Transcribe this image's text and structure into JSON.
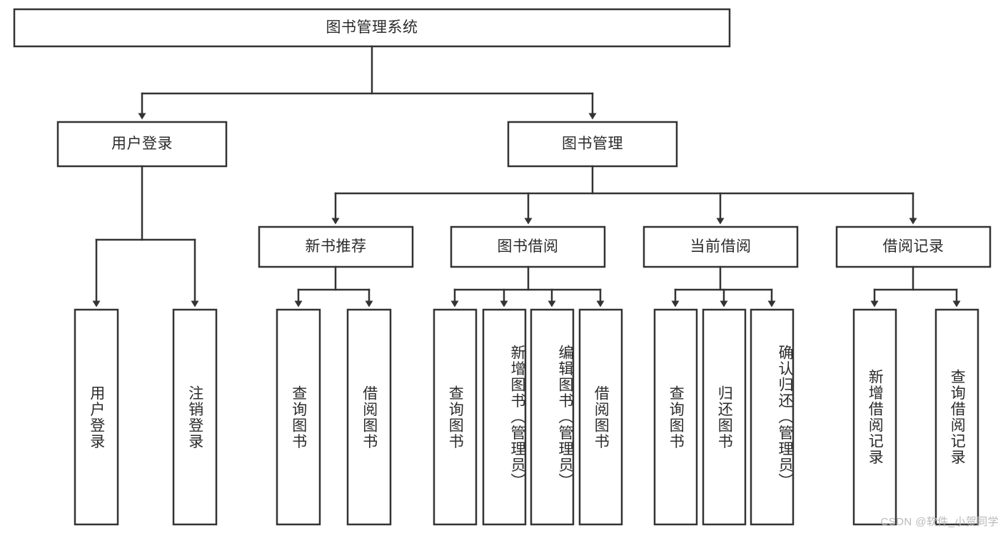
{
  "diagram": {
    "title": "图书管理系统",
    "type": "hierarchy-tree",
    "root": {
      "id": "root",
      "label": "图书管理系统",
      "orientation": "horizontal"
    },
    "level1": [
      {
        "id": "user-login",
        "label": "用户登录",
        "orientation": "horizontal"
      },
      {
        "id": "book-management",
        "label": "图书管理",
        "orientation": "horizontal"
      }
    ],
    "level2": [
      {
        "id": "new-book-recommend",
        "label": "新书推荐",
        "parent": "book-management",
        "orientation": "horizontal"
      },
      {
        "id": "book-borrow",
        "label": "图书借阅",
        "parent": "book-management",
        "orientation": "horizontal"
      },
      {
        "id": "current-borrow",
        "label": "当前借阅",
        "parent": "book-management",
        "orientation": "horizontal"
      },
      {
        "id": "borrow-record",
        "label": "借阅记录",
        "parent": "book-management",
        "orientation": "horizontal"
      }
    ],
    "leaves": [
      {
        "id": "leaf-user-login",
        "label": "用户登录",
        "parent": "user-login",
        "orientation": "vertical"
      },
      {
        "id": "leaf-logout-login",
        "label": "注销登录",
        "parent": "user-login",
        "orientation": "vertical"
      },
      {
        "id": "leaf-query-book-1",
        "label": "查询图书",
        "parent": "new-book-recommend",
        "orientation": "vertical"
      },
      {
        "id": "leaf-borrow-book-1",
        "label": "借阅图书",
        "parent": "new-book-recommend",
        "orientation": "vertical"
      },
      {
        "id": "leaf-query-book-2",
        "label": "查询图书",
        "parent": "book-borrow",
        "orientation": "vertical"
      },
      {
        "id": "leaf-add-book",
        "label": "新增图书（管理员）",
        "parent": "book-borrow",
        "orientation": "vertical"
      },
      {
        "id": "leaf-edit-book",
        "label": "编辑图书（管理员）",
        "parent": "book-borrow",
        "orientation": "vertical"
      },
      {
        "id": "leaf-borrow-book-2",
        "label": "借阅图书",
        "parent": "book-borrow",
        "orientation": "vertical"
      },
      {
        "id": "leaf-query-book-3",
        "label": "查询图书",
        "parent": "current-borrow",
        "orientation": "vertical"
      },
      {
        "id": "leaf-return-book",
        "label": "归还图书",
        "parent": "current-borrow",
        "orientation": "vertical"
      },
      {
        "id": "leaf-confirm-return",
        "label": "确认归还（管理员）",
        "parent": "current-borrow",
        "orientation": "vertical"
      },
      {
        "id": "leaf-add-record",
        "label": "新增借阅记录",
        "parent": "borrow-record",
        "orientation": "vertical"
      },
      {
        "id": "leaf-query-record",
        "label": "查询借阅记录",
        "parent": "borrow-record",
        "orientation": "vertical"
      }
    ],
    "colors": {
      "box_stroke": "#333333",
      "box_fill": "#ffffff",
      "text": "#2b2b2b",
      "background": "#ffffff",
      "watermark": "#b9b9b9"
    }
  },
  "watermark": {
    "text": "CSDN @软件_小贺同学"
  }
}
